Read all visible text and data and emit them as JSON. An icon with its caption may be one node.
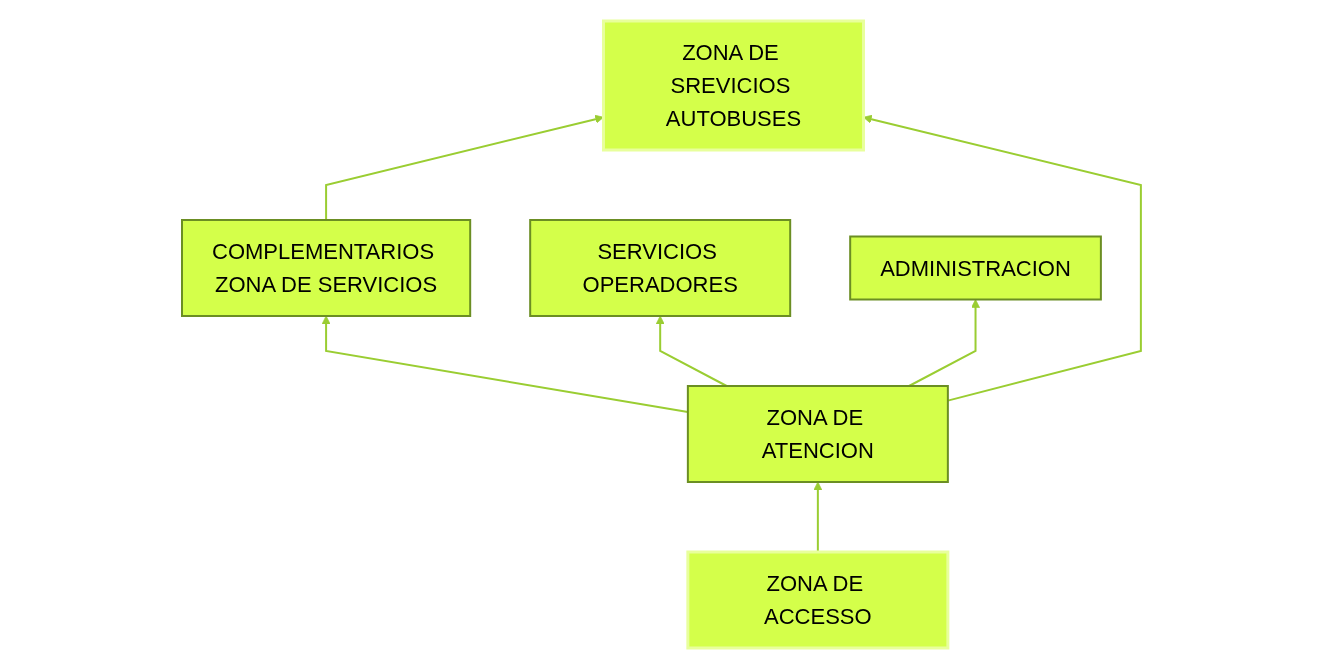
{
  "diagram": {
    "nodes": [
      {
        "text": [
          "ZONA DE SREVICIOS AUTOBUSES"
        ]
      },
      {
        "text": [
          "COMPLEMENTARIOS ZONA DE SERVICIOS"
        ]
      },
      {
        "text": [
          "SERVICIOS OPERADORES"
        ]
      },
      {
        "text": [
          "ZONA DE ATENCION"
        ]
      },
      {
        "text": [
          "ADMINISTRACION"
        ]
      },
      {
        "text": [
          "ZONA DE ACCESSO"
        ]
      }
    ],
    "edges": [
      {
        "from": 1,
        "to": 0,
        "arrow": "to"
      },
      {
        "from": 3,
        "to": 2,
        "arrow": "to"
      },
      {
        "from": 3,
        "to": 4,
        "arrow": "to"
      },
      {
        "from": 3,
        "to": 0,
        "arrow": "to"
      },
      {
        "from": 3,
        "to": 1,
        "arrow": "to"
      },
      {
        "from": 5,
        "to": 3,
        "arrow": "to"
      }
    ]
  }
}
